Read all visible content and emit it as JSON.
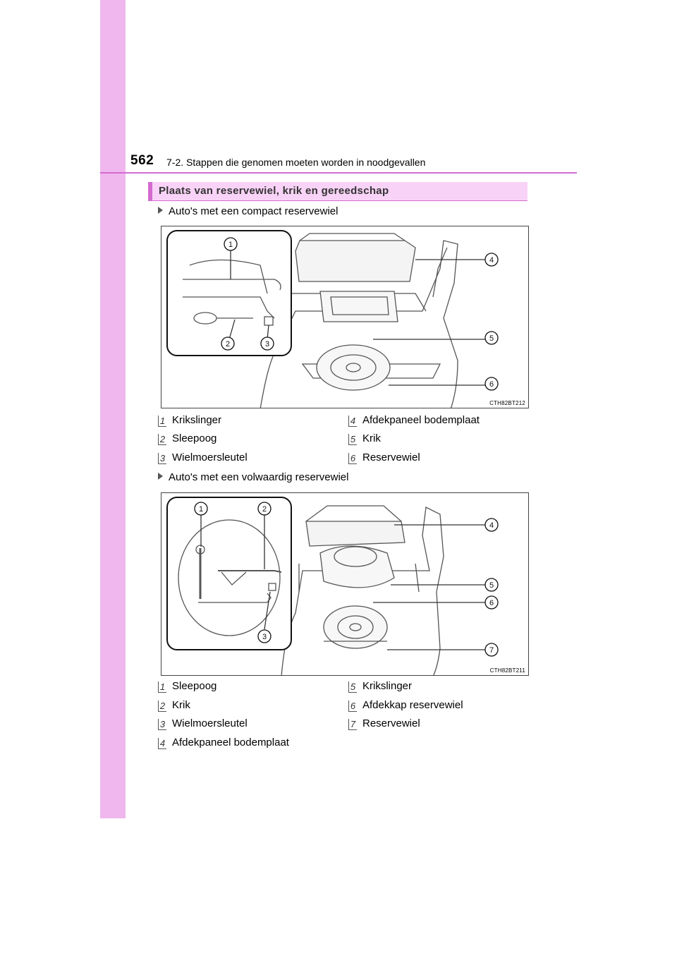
{
  "header": {
    "page_number": "562",
    "chapter": "7-2. Stappen die genomen moeten worden in noodgevallen"
  },
  "section": {
    "title": "Plaats van reservewiel, krik en gereedschap"
  },
  "variant1": {
    "heading": "Auto's met een compact reservewiel",
    "figure_code": "CTH82BT212",
    "callouts": [
      "1",
      "2",
      "3",
      "4",
      "5",
      "6"
    ],
    "legend": [
      {
        "num": "1",
        "label": "Krikslinger"
      },
      {
        "num": "2",
        "label": "Sleepoog"
      },
      {
        "num": "3",
        "label": "Wielmoersleutel"
      },
      {
        "num": "4",
        "label": "Afdekpaneel bodemplaat"
      },
      {
        "num": "5",
        "label": "Krik"
      },
      {
        "num": "6",
        "label": "Reservewiel"
      }
    ]
  },
  "variant2": {
    "heading": "Auto's met een volwaardig reservewiel",
    "figure_code": "CTH82BT211",
    "callouts": [
      "1",
      "2",
      "3",
      "4",
      "5",
      "6",
      "7"
    ],
    "legend": [
      {
        "num": "1",
        "label": "Sleepoog"
      },
      {
        "num": "2",
        "label": "Krik"
      },
      {
        "num": "3",
        "label": "Wielmoersleutel"
      },
      {
        "num": "4",
        "label": "Afdekpaneel bodemplaat"
      },
      {
        "num": "5",
        "label": "Krikslinger"
      },
      {
        "num": "6",
        "label": "Afdekkap reservewiel"
      },
      {
        "num": "7",
        "label": "Reservewiel"
      }
    ]
  }
}
